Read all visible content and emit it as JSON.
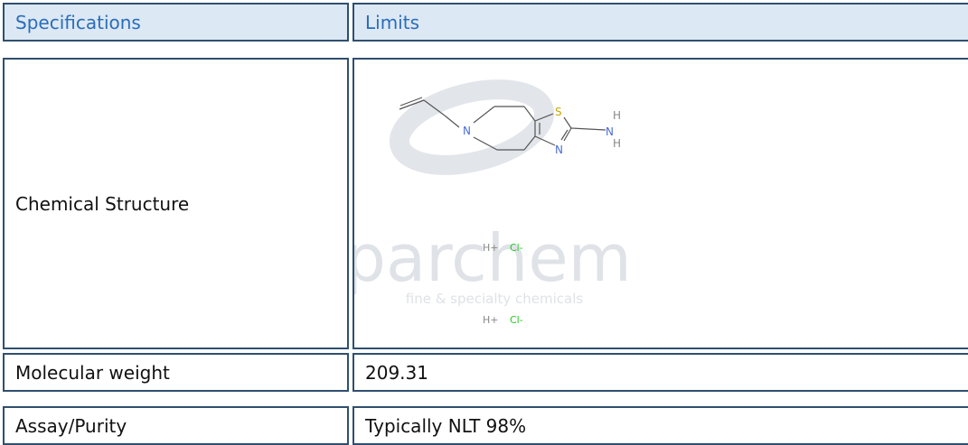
{
  "table": {
    "header": {
      "specifications": "Specifications",
      "limits": "Limits"
    },
    "rows": [
      {
        "label": "Chemical Structure"
      },
      {
        "label": "Molecular weight",
        "value": "209.31"
      },
      {
        "label": "Assay/Purity",
        "value": "Typically NLT 98%"
      }
    ]
  },
  "structure": {
    "atoms": {
      "S": "S",
      "N_ring": "N",
      "N_thiazole": "N",
      "N_amine": "N",
      "H1": "H",
      "H2": "H"
    },
    "salt": [
      {
        "cation": "H+",
        "anion": "Cl-"
      },
      {
        "cation": "H+",
        "anion": "Cl-"
      }
    ]
  },
  "watermark": {
    "brand": "parchem",
    "tagline": "fine & specialty chemicals"
  },
  "colors": {
    "border": "#2f4f6f",
    "header_bg": "#dce8f4",
    "header_text": "#2a6db8",
    "nitrogen": "#4a6fd6",
    "sulfur": "#c8a800",
    "chlorine": "#22cc22",
    "hydrogen": "#888888"
  }
}
